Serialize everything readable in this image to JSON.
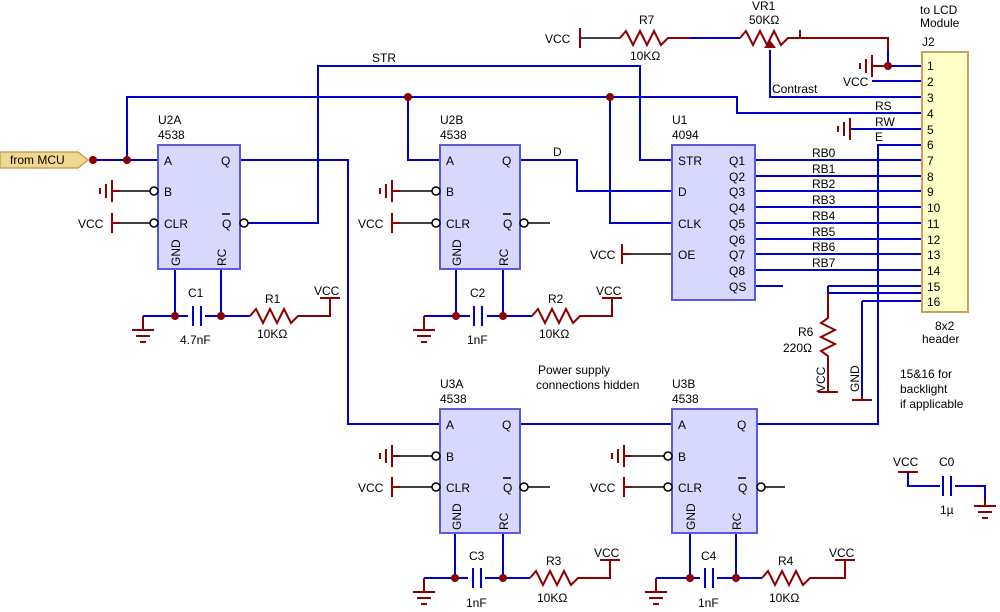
{
  "chips": [
    {
      "ref": "U2A",
      "part": "4538"
    },
    {
      "ref": "U2B",
      "part": "4538"
    },
    {
      "ref": "U1",
      "part": "4094"
    },
    {
      "ref": "U3A",
      "part": "4538"
    },
    {
      "ref": "U3B",
      "part": "4538"
    }
  ],
  "mono_pins": {
    "a": "A",
    "b": "B",
    "clr": "CLR",
    "q": "Q",
    "qbar": "Q",
    "gnd": "GND",
    "rc": "RC"
  },
  "u1_pins": {
    "str": "STR",
    "d": "D",
    "clk": "CLK",
    "oe": "OE",
    "outs": [
      "Q1",
      "Q2",
      "Q3",
      "Q4",
      "Q5",
      "Q6",
      "Q7",
      "Q8",
      "QS"
    ]
  },
  "header": {
    "ref": "J2",
    "title_line1": "to LCD",
    "title_line2": "Module",
    "pins": [
      "1",
      "2",
      "3",
      "4",
      "5",
      "6",
      "7",
      "8",
      "9",
      "10",
      "11",
      "12",
      "13",
      "14",
      "15",
      "16"
    ],
    "caption1": "8x2",
    "caption2": "header"
  },
  "nets": {
    "str": "STR",
    "d": "D",
    "rs": "RS",
    "rw": "RW",
    "e": "E",
    "contrast": "Contrast",
    "rb": [
      "RB0",
      "RB1",
      "RB2",
      "RB3",
      "RB4",
      "RB5",
      "RB6",
      "RB7"
    ],
    "vcc": "VCC",
    "gnd": "GND"
  },
  "input_label": "from MCU",
  "resistors": [
    {
      "ref": "R1",
      "value": "10KΩ"
    },
    {
      "ref": "R2",
      "value": "10KΩ"
    },
    {
      "ref": "R3",
      "value": "10KΩ"
    },
    {
      "ref": "R4",
      "value": "10KΩ"
    },
    {
      "ref": "R6",
      "value": "220Ω"
    },
    {
      "ref": "R7",
      "value": "10KΩ"
    }
  ],
  "pot": {
    "ref": "VR1",
    "value": "50KΩ"
  },
  "capacitors": [
    {
      "ref": "C1",
      "value": "4.7nF"
    },
    {
      "ref": "C2",
      "value": "1nF"
    },
    {
      "ref": "C3",
      "value": "1nF"
    },
    {
      "ref": "C4",
      "value": "1nF"
    },
    {
      "ref": "C0",
      "value": "1µ"
    }
  ],
  "notes": {
    "power_line1": "Power supply",
    "power_line2": "connections hidden",
    "bl_line1": "15&16 for",
    "bl_line2": "backlight",
    "bl_line3": "if applicable"
  }
}
